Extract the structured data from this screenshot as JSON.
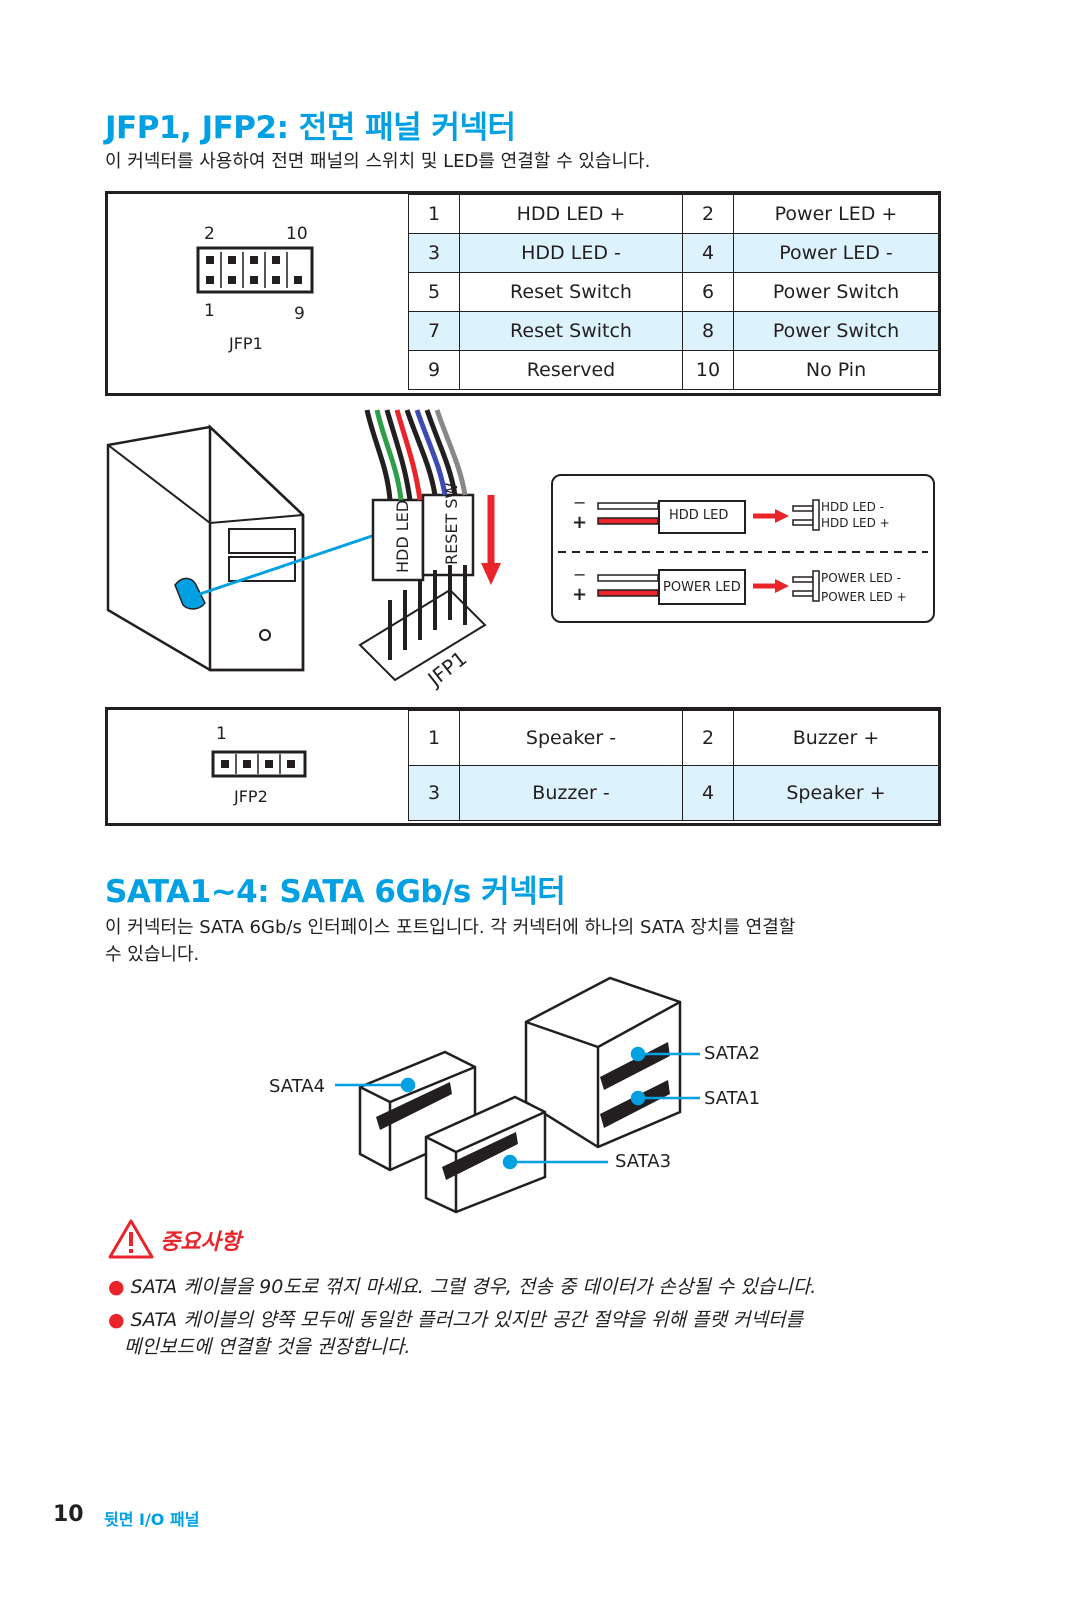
{
  "jfp": {
    "title": "JFP1, JFP2: 전면 패널 커넥터",
    "description": "이 커넥터를 사용하여 전면 패널의 스위치 및 LED를 연결할 수 있습니다.",
    "jfp1_label": "JFP1",
    "jfp1_pin_top_left": "2",
    "jfp1_pin_top_right": "10",
    "jfp1_pin_bottom_left": "1",
    "jfp1_pin_bottom_right": "9",
    "jfp1_rows": [
      {
        "pin_a": "1",
        "name_a": "HDD LED +",
        "pin_b": "2",
        "name_b": "Power LED +"
      },
      {
        "pin_a": "3",
        "name_a": "HDD LED -",
        "pin_b": "4",
        "name_b": "Power LED -"
      },
      {
        "pin_a": "5",
        "name_a": "Reset Switch",
        "pin_b": "6",
        "name_b": "Power Switch"
      },
      {
        "pin_a": "7",
        "name_a": "Reset Switch",
        "pin_b": "8",
        "name_b": "Power Switch"
      },
      {
        "pin_a": "9",
        "name_a": "Reserved",
        "pin_b": "10",
        "name_b": "No Pin"
      }
    ],
    "diagram": {
      "hdd_led_connector": "HDD LED",
      "reset_sw_connector": "RESET SW",
      "header_label": "JFP1",
      "hdd_led_box": "HDD LED",
      "hdd_led_minus": "HDD LED -",
      "hdd_led_plus": "HDD LED +",
      "power_led_box": "POWER LED",
      "power_led_minus": "POWER LED -",
      "power_led_plus": "POWER LED +",
      "minus_sign": "−",
      "plus_sign": "+"
    },
    "jfp2_label": "JFP2",
    "jfp2_pin_label": "1",
    "jfp2_rows": [
      {
        "pin_a": "1",
        "name_a": "Speaker -",
        "pin_b": "2",
        "name_b": "Buzzer +"
      },
      {
        "pin_a": "3",
        "name_a": "Buzzer -",
        "pin_b": "4",
        "name_b": "Speaker +"
      }
    ]
  },
  "sata": {
    "title": "SATA1~4: SATA 6Gb/s 커넥터",
    "description_line1": "이 커넥터는 SATA 6Gb/s 인터페이스 포트입니다. 각 커넥터에 하나의 SATA 장치를 연결할",
    "description_line2": "수 있습니다.",
    "labels": {
      "sata1": "SATA1",
      "sata2": "SATA2",
      "sata3": "SATA3",
      "sata4": "SATA4"
    }
  },
  "important": {
    "heading": "중요사항",
    "notes": [
      "SATA 케이블을 90도로 꺾지 마세요. 그럴 경우, 전송 중 데이터가 손상될 수 있습니다.",
      "SATA 케이블의 양쪽 모두에 동일한 플러그가 있지만 공간 절약을 위해 플랫 커넥터를",
      "메인보드에 연결할 것을 권장합니다."
    ]
  },
  "footer": {
    "page_number": "10",
    "section": "뒷면 I/O 패널"
  },
  "colors": {
    "accent": "#00a0e3",
    "row_highlight": "#dcf2fc",
    "warning": "#e9242a"
  }
}
